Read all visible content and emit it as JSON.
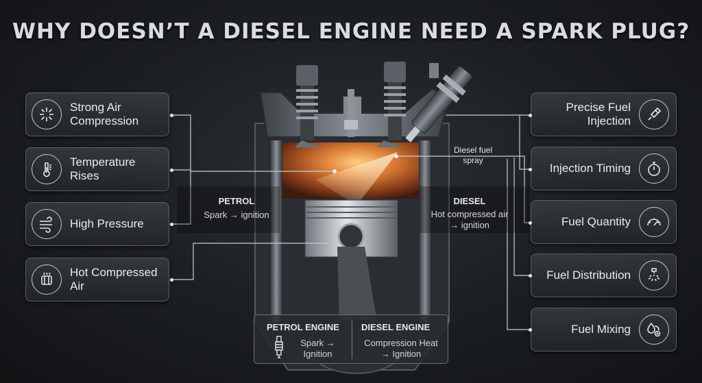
{
  "title": "WHY DOESN’T A DIESEL ENGINE NEED A SPARK PLUG?",
  "left_cards": [
    {
      "label": "Strong Air Compression",
      "icon": "compression-icon"
    },
    {
      "label": "Temperature Rises",
      "icon": "thermometer-icon"
    },
    {
      "label": "High Pressure",
      "icon": "wind-icon"
    },
    {
      "label": "Hot Compressed Air",
      "icon": "heating-icon"
    }
  ],
  "right_cards": [
    {
      "label": "Precise Fuel Injection",
      "icon": "injector-icon"
    },
    {
      "label": "Injection Timing",
      "icon": "stopwatch-icon"
    },
    {
      "label": "Fuel Quantity",
      "icon": "gauge-icon"
    },
    {
      "label": "Fuel Distribution",
      "icon": "spray-icon"
    },
    {
      "label": "Fuel Mixing",
      "icon": "fuel-drop-icon"
    }
  ],
  "petrol_band": {
    "title": "PETROL",
    "text": "Spark → ignition"
  },
  "diesel_band": {
    "title": "DIESEL",
    "text_line1": "Hot compressed air",
    "text_line2": "→ ignition"
  },
  "spray_label": {
    "line1": "Diesel fuel",
    "line2": "spray"
  },
  "comparison": {
    "petrol_title": "PETROL ENGINE",
    "petrol_line1": "Spark →",
    "petrol_line2": "Ignition",
    "diesel_title": "DIESEL ENGINE",
    "diesel_line1": "Compression Heat",
    "diesel_line2": "→ Ignition"
  }
}
